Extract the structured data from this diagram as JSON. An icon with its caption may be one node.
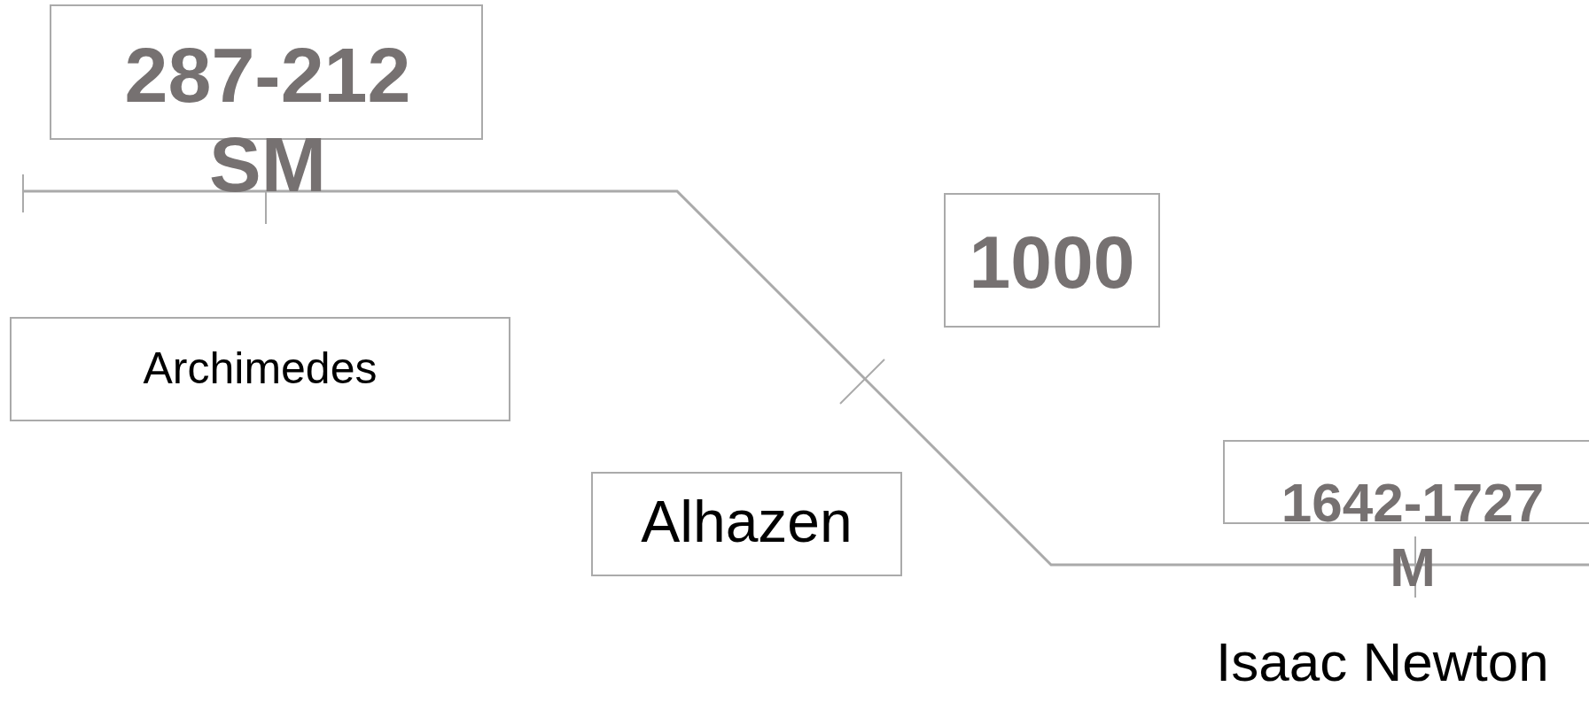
{
  "diagram": {
    "nodes": [
      {
        "text": [
          "287-212 SM"
        ]
      },
      {
        "text": [
          "1000"
        ]
      },
      {
        "text": [
          "Archimedes"
        ]
      },
      {
        "text": [
          "Alhazen"
        ]
      },
      {
        "text": [
          "1642-1727 M"
        ]
      }
    ],
    "labels": [
      "Isaac Newton"
    ]
  }
}
